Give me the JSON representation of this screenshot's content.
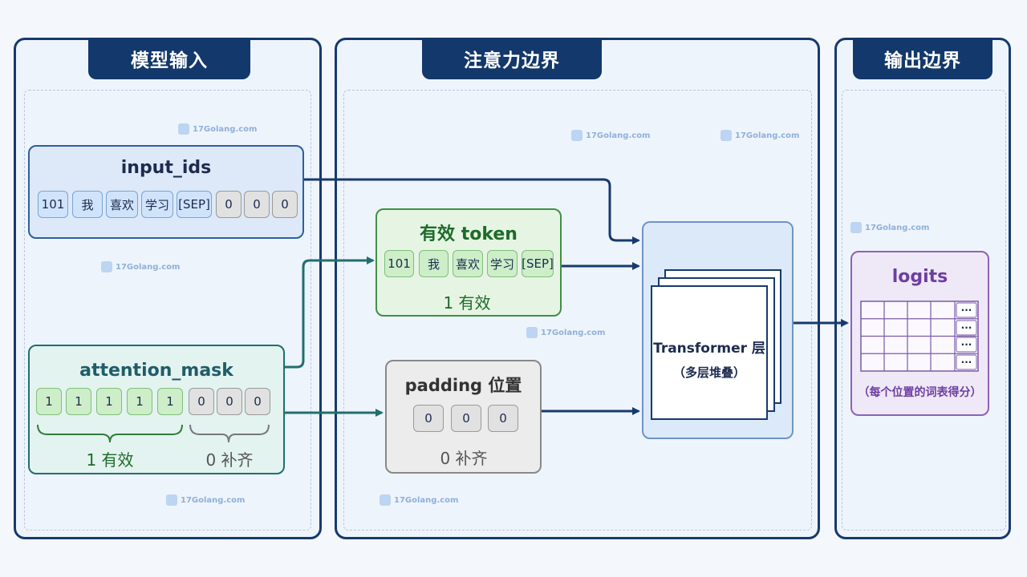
{
  "panels": {
    "input": "模型输入",
    "attention": "注意力边界",
    "output": "输出边界"
  },
  "watermark": "17Golang.com",
  "input_ids": {
    "title": "input_ids",
    "tokens": [
      "101",
      "我",
      "喜欢",
      "学习",
      "[SEP]",
      "0",
      "0",
      "0"
    ]
  },
  "attention_mask": {
    "title": "attention_mask",
    "values": [
      "1",
      "1",
      "1",
      "1",
      "1",
      "0",
      "0",
      "0"
    ],
    "valid_label": "1 有效",
    "pad_label": "0 补齐"
  },
  "valid_tokens": {
    "title": "有效 token",
    "tokens": [
      "101",
      "我",
      "喜欢",
      "学习",
      "[SEP]"
    ],
    "label": "1 有效"
  },
  "padding": {
    "title": "padding 位置",
    "values": [
      "0",
      "0",
      "0"
    ],
    "label": "0 补齐"
  },
  "transformer": {
    "title": "Transformer 层",
    "subtitle": "（多层堆叠）"
  },
  "logits": {
    "title": "logits",
    "ellipsis": "...",
    "caption": "（每个位置的词表得分）"
  },
  "colors": {
    "navy": "#163a6e",
    "teal": "#1f6f6f",
    "valid_green": "#1e6b2a",
    "pad_gray": "#555555",
    "logits_purple": "#6d3fa0"
  }
}
